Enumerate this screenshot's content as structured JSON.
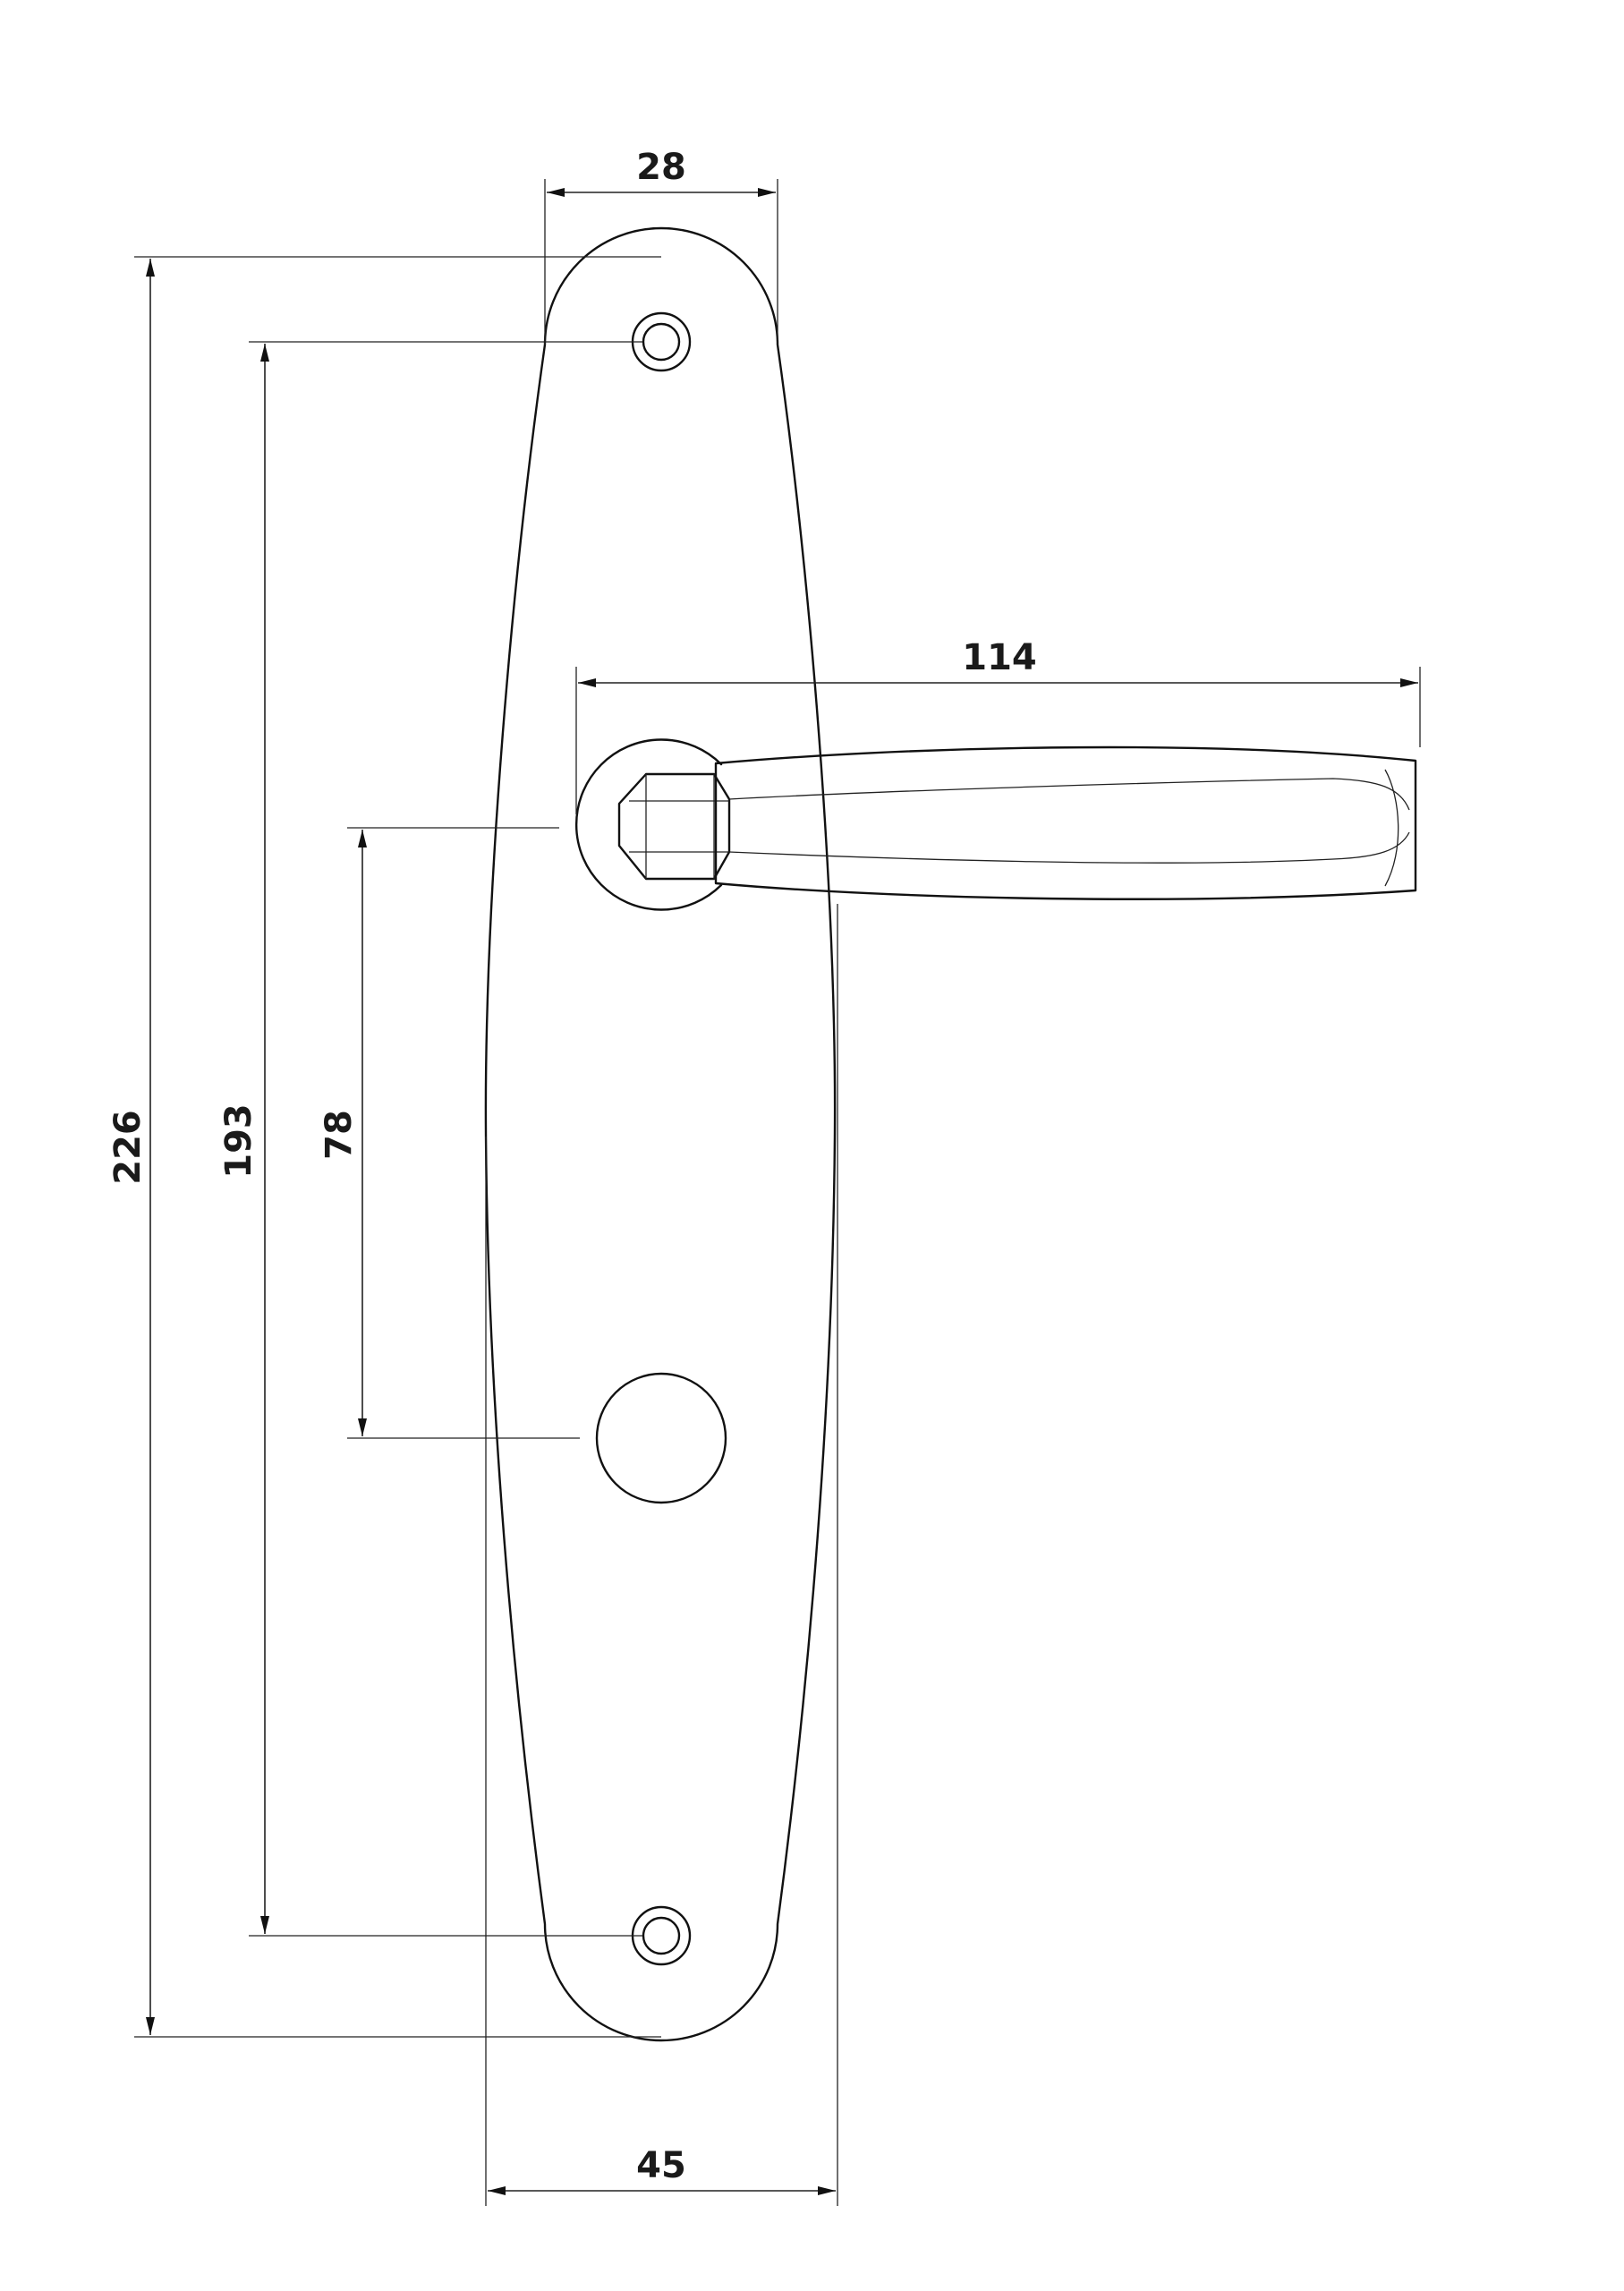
{
  "drawing": {
    "units": "mm",
    "dimensions": {
      "plate_top_width": "28",
      "lever_length": "114",
      "total_height": "226",
      "screw_spacing": "193",
      "handle_to_keyhole": "78",
      "plate_width": "45"
    }
  }
}
